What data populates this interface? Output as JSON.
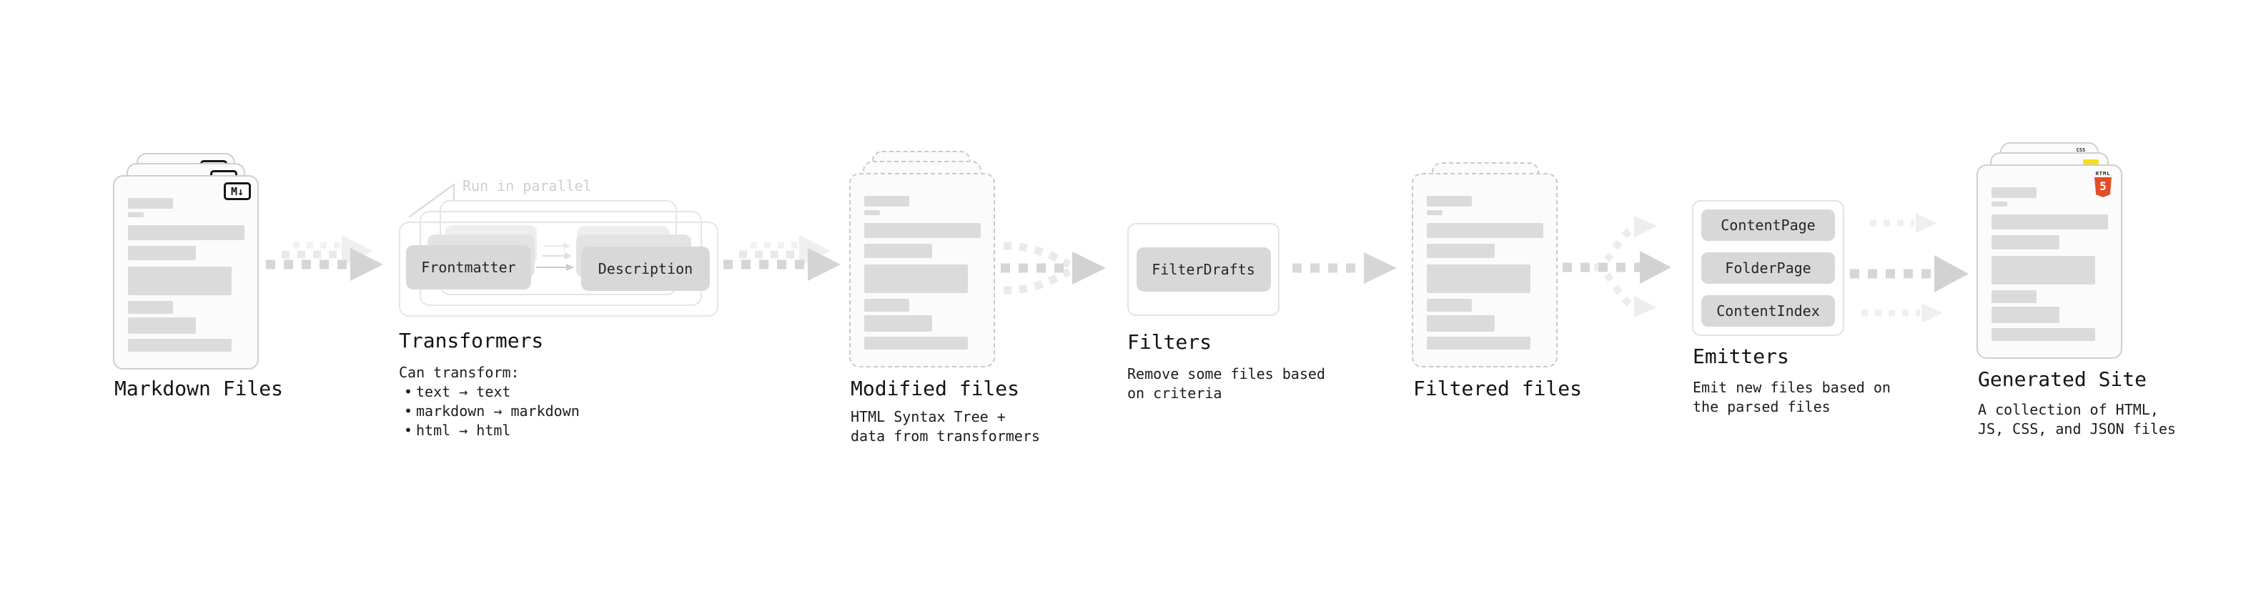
{
  "markdown_files": {
    "label": "Markdown Files",
    "badge_label": "M↓"
  },
  "transformers": {
    "label": "Transformers",
    "annotation": "Run in parallel",
    "pill_left": "Frontmatter",
    "pill_right": "Description",
    "can_transform_title": "Can transform:",
    "bullet_marker": "•",
    "bullets": [
      "text → text",
      "markdown → markdown",
      "html → html"
    ]
  },
  "modified_files": {
    "label": "Modified files",
    "subtitle": "HTML Syntax Tree +\ndata from transformers"
  },
  "filters": {
    "label": "Filters",
    "pill": "FilterDrafts",
    "subtitle": "Remove some files based\non criteria"
  },
  "filtered_files": {
    "label": "Filtered files"
  },
  "emitters": {
    "label": "Emitters",
    "pills": [
      "ContentPage",
      "FolderPage",
      "ContentIndex"
    ],
    "subtitle": "Emit new files based on\nthe parsed files"
  },
  "generated_site": {
    "label": "Generated Site",
    "subtitle": "A collection of HTML,\nJS, CSS, and JSON files",
    "html5_badge_word": "HTML",
    "html5_badge_number": "5",
    "js_badge": "JS",
    "css_badge": "CSS"
  },
  "colors": {
    "html5_orange": "#e44d26",
    "js_yellow": "#f7df1e",
    "css_blue": "#2965f1",
    "pill_gray": "#d8d8d8",
    "arrow_gray": "#d6d6d6",
    "annotation_gray": "#cfcfcf"
  }
}
